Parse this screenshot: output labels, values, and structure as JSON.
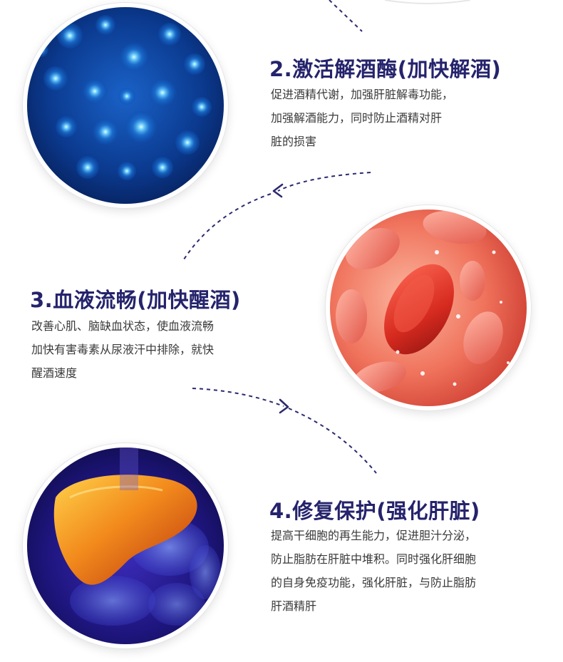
{
  "sections": [
    {
      "title": "2.激活解酒酶(加快解酒)",
      "lines": [
        "促进酒精代谢，加强肝脏解毒功能，",
        "加强解酒能力，同时防止酒精对肝",
        "脏的损害"
      ],
      "image": "blue-enzyme-bubbles"
    },
    {
      "title": "3.血液流畅(加快醒酒)",
      "lines": [
        "改善心肌、脑缺血状态，使血液流畅",
        "加快有害毒素从尿液汗中排除，就快",
        "醒酒速度"
      ],
      "image": "red-blood-cells"
    },
    {
      "title": "4.修复保护(强化肝脏)",
      "lines": [
        "提高干细胞的再生能力，促进胆汁分泌，",
        "防止脂肪在肝脏中堆积。同时强化肝细胞",
        "的自身免疫功能，强化肝脏，与防止脂肪",
        "肝酒精肝"
      ],
      "image": "liver-anatomy"
    }
  ],
  "colors": {
    "title": "#25236c",
    "text": "#3a3a3a",
    "arrow": "#2c2a6e"
  }
}
